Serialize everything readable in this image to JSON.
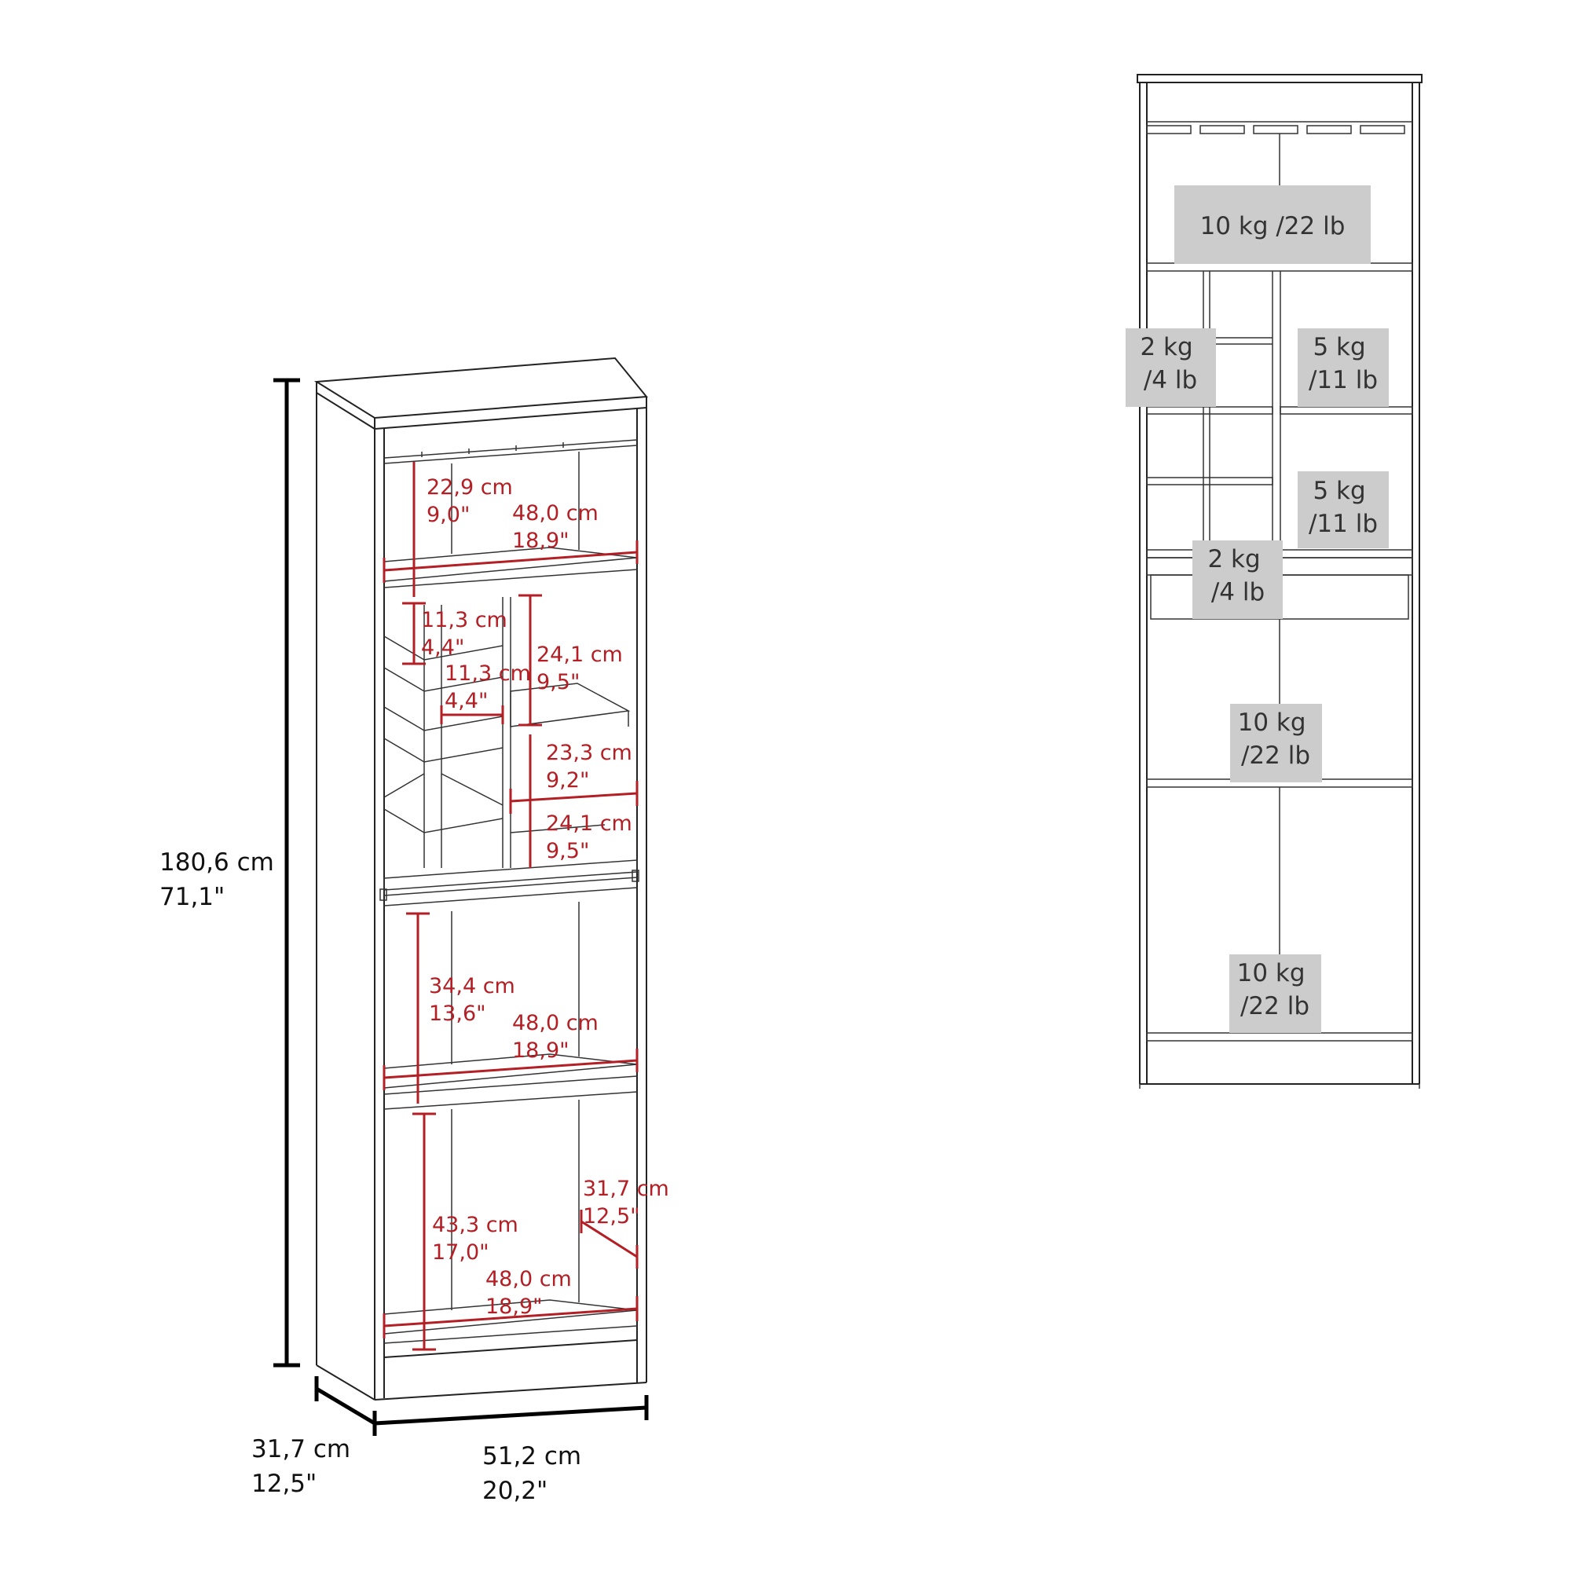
{
  "overall": {
    "height": [
      "180,6 cm",
      "71,1\""
    ],
    "depth": [
      "31,7 cm",
      "12,5\""
    ],
    "width": [
      "51,2 cm",
      "20,2\""
    ]
  },
  "inner_dimensions": [
    {
      "id": "top-height",
      "lines": [
        "22,9 cm",
        "9,0\""
      ]
    },
    {
      "id": "top-width",
      "lines": [
        "48,0 cm",
        "18,9\""
      ]
    },
    {
      "id": "cubby-height-1",
      "lines": [
        "11,3 cm",
        "4,4\""
      ]
    },
    {
      "id": "cubby-width-1",
      "lines": [
        "11,3 cm",
        "4,4\""
      ]
    },
    {
      "id": "mid-shelf-height",
      "lines": [
        "24,1 cm",
        "9,5\""
      ]
    },
    {
      "id": "mid-shelf-width",
      "lines": [
        "23,3 cm",
        "9,2\""
      ]
    },
    {
      "id": "lower-shelf-height",
      "lines": [
        "24,1 cm",
        "9,5\""
      ]
    },
    {
      "id": "lower-height",
      "lines": [
        "34,4 cm",
        "13,6\""
      ]
    },
    {
      "id": "lower-width",
      "lines": [
        "48,0 cm",
        "18,9\""
      ]
    },
    {
      "id": "inner-depth",
      "lines": [
        "31,7 cm",
        "12,5\""
      ]
    },
    {
      "id": "bottom-height",
      "lines": [
        "43,3 cm",
        "17,0\""
      ]
    },
    {
      "id": "bottom-width",
      "lines": [
        "48,0 cm",
        "18,9\""
      ]
    }
  ],
  "weight_capacities": [
    {
      "id": "top-shelf",
      "lines": [
        "10 kg /22 lb"
      ]
    },
    {
      "id": "left-cubby",
      "lines": [
        "2 kg",
        "/4 lb"
      ]
    },
    {
      "id": "right-shelf-upper",
      "lines": [
        "5 kg",
        "/11 lb"
      ]
    },
    {
      "id": "right-shelf-lower",
      "lines": [
        "5 kg",
        "/11 lb"
      ]
    },
    {
      "id": "drawer",
      "lines": [
        "2 kg",
        "/4 lb"
      ]
    },
    {
      "id": "middle-shelf",
      "lines": [
        "10 kg",
        "/22 lb"
      ]
    },
    {
      "id": "bottom-shelf",
      "lines": [
        "10 kg",
        "/22 lb"
      ]
    }
  ]
}
